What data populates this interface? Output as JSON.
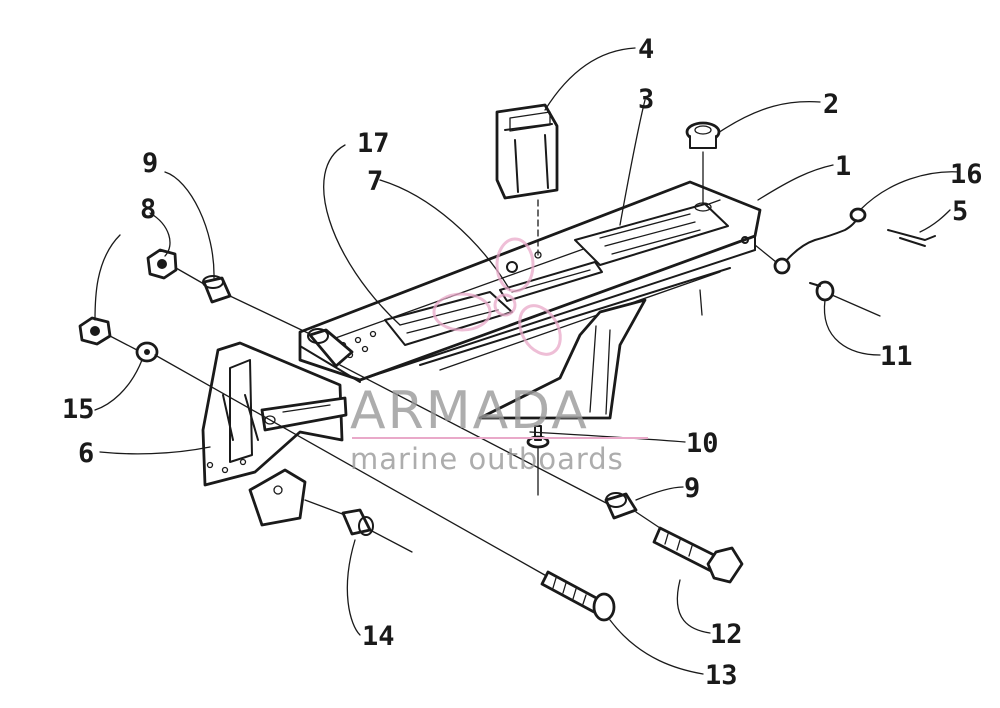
{
  "watermark": {
    "title": "ARMADA",
    "subtitle": "marine outboards",
    "logo_color": "#e9a9c9",
    "text_color": "#999999",
    "divider_color": "#e9a9c9"
  },
  "callouts": [
    "1",
    "2",
    "3",
    "4",
    "5",
    "6",
    "7",
    "8",
    "9",
    "9",
    "10",
    "11",
    "12",
    "13",
    "14",
    "15",
    "16",
    "17"
  ]
}
